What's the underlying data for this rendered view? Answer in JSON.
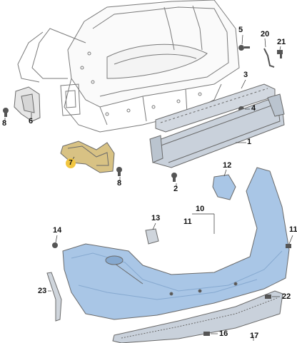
{
  "diagram": {
    "colors": {
      "line": "#6a6a6a",
      "bumper_fill": "#a9c6e6",
      "bumper_dark": "#86a9d0",
      "beam_fill": "#c9d1db",
      "bracket_fill": "#d8c284",
      "highlight": "#f2c640"
    },
    "callouts": [
      {
        "id": "c5",
        "label": "5"
      },
      {
        "id": "c20",
        "label": "20"
      },
      {
        "id": "c21",
        "label": "21"
      },
      {
        "id": "c3",
        "label": "3"
      },
      {
        "id": "c4",
        "label": "4"
      },
      {
        "id": "c1",
        "label": "1"
      },
      {
        "id": "c6",
        "label": "6"
      },
      {
        "id": "c8a",
        "label": "8"
      },
      {
        "id": "c7",
        "label": "7"
      },
      {
        "id": "c8b",
        "label": "8"
      },
      {
        "id": "c2",
        "label": "2"
      },
      {
        "id": "c12",
        "label": "12"
      },
      {
        "id": "c10",
        "label": "10"
      },
      {
        "id": "c11a",
        "label": "11"
      },
      {
        "id": "c13",
        "label": "13"
      },
      {
        "id": "c14",
        "label": "14"
      },
      {
        "id": "c11b",
        "label": "11"
      },
      {
        "id": "c23",
        "label": "23"
      },
      {
        "id": "c22",
        "label": "22"
      },
      {
        "id": "c16",
        "label": "16"
      },
      {
        "id": "c17",
        "label": "17"
      }
    ]
  }
}
